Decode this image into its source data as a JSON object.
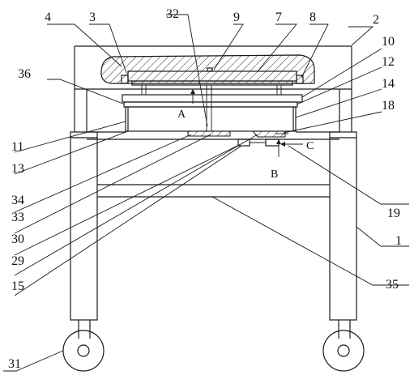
{
  "labels": {
    "l1": "1",
    "l2": "2",
    "l3": "3",
    "l4": "4",
    "l7": "7",
    "l8": "8",
    "l9": "9",
    "l10": "10",
    "l11": "11",
    "l12": "12",
    "l13": "13",
    "l14": "14",
    "l15": "15",
    "l18": "18",
    "l19": "19",
    "l29": "29",
    "l30": "30",
    "l31": "31",
    "l32": "32",
    "l33": "33",
    "l34": "34",
    "l35": "35",
    "l36": "36"
  },
  "views": {
    "a": "A",
    "b": "B",
    "c": "C"
  },
  "colors": {
    "stroke": "#1a1a1a",
    "hatch": "#1a1a1a",
    "background": "#ffffff"
  }
}
